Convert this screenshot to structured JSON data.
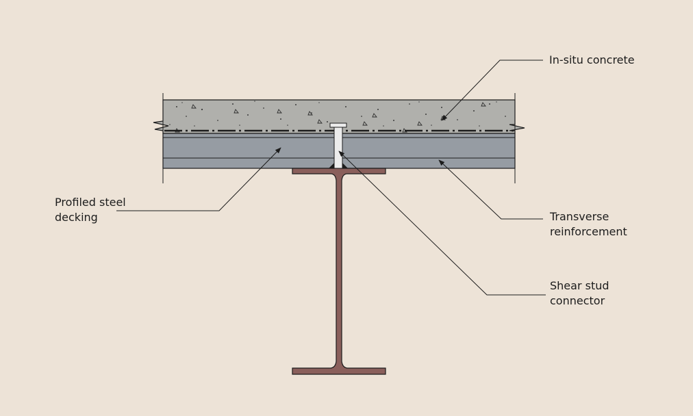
{
  "labels": {
    "in_situ_concrete": "In-situ concrete",
    "profiled_steel_decking": "Profiled steel\ndecking",
    "transverse_reinforcement": "Transverse\nreinforcement",
    "shear_stud_connector": "Shear stud\nconnector"
  },
  "colors": {
    "background": "#ede3d7",
    "concrete": "#b0b0ac",
    "decking": "#969ca3",
    "steel_beam": "#8a5f5b",
    "stud": "#ececec",
    "line": "#1c1c1c"
  }
}
